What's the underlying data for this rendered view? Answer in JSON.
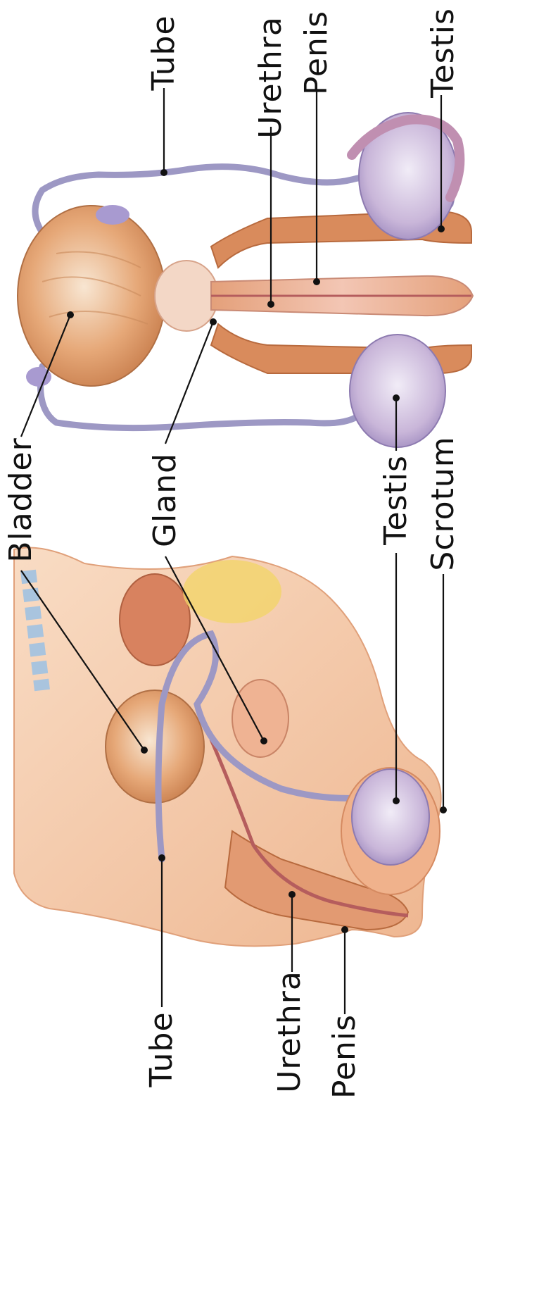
{
  "labels": {
    "front": {
      "tube": "Tube",
      "urethra": "Urethra",
      "penis": "Penis",
      "testis": "Testis",
      "bladder": "Bladder",
      "gland": "Gland"
    },
    "side": {
      "testis": "Testis",
      "scrotum": "Scrotum",
      "tube": "Tube",
      "urethra": "Urethra",
      "penis": "Penis"
    }
  },
  "colors": {
    "tube": "#9d98c4",
    "testis": "#c9b6d9",
    "penis_tissue": "#d98b5c",
    "bladder": "#e6a878",
    "skin": "#f2c7a3",
    "label_text": "#111111"
  }
}
